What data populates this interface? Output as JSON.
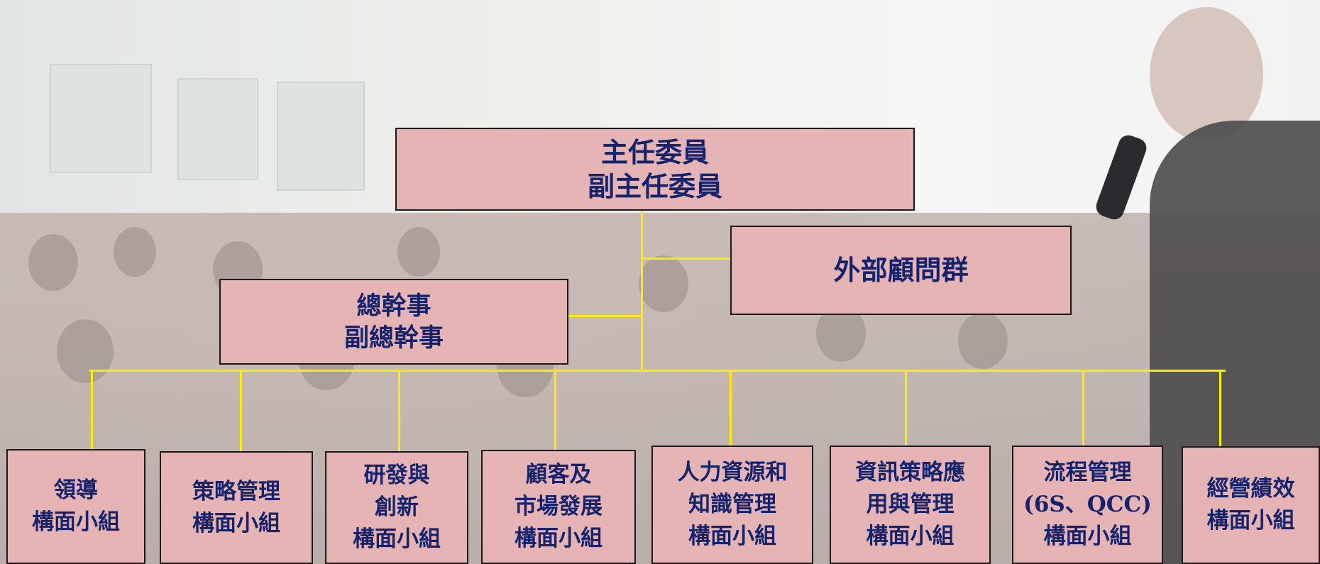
{
  "top": "主任委員\n副主任委員",
  "advisors": "外部顧問群",
  "secretary": "總幹事\n副總幹事",
  "groups": [
    "領導\n構面小組",
    "策略管理\n構面小組",
    "研發與\n創新\n構面小組",
    "顧客及\n市場發展\n構面小組",
    "人力資源和\n知識管理\n構面小組",
    "資訊策略應\n用與管理\n構面小組",
    "流程管理\n(6S、QCC)\n構面小組",
    "經營績效\n構面小組"
  ],
  "colors": {
    "box": "#e6b4b5",
    "text": "#14236b",
    "line": "#ffee00",
    "border": "#1a1a1a"
  }
}
